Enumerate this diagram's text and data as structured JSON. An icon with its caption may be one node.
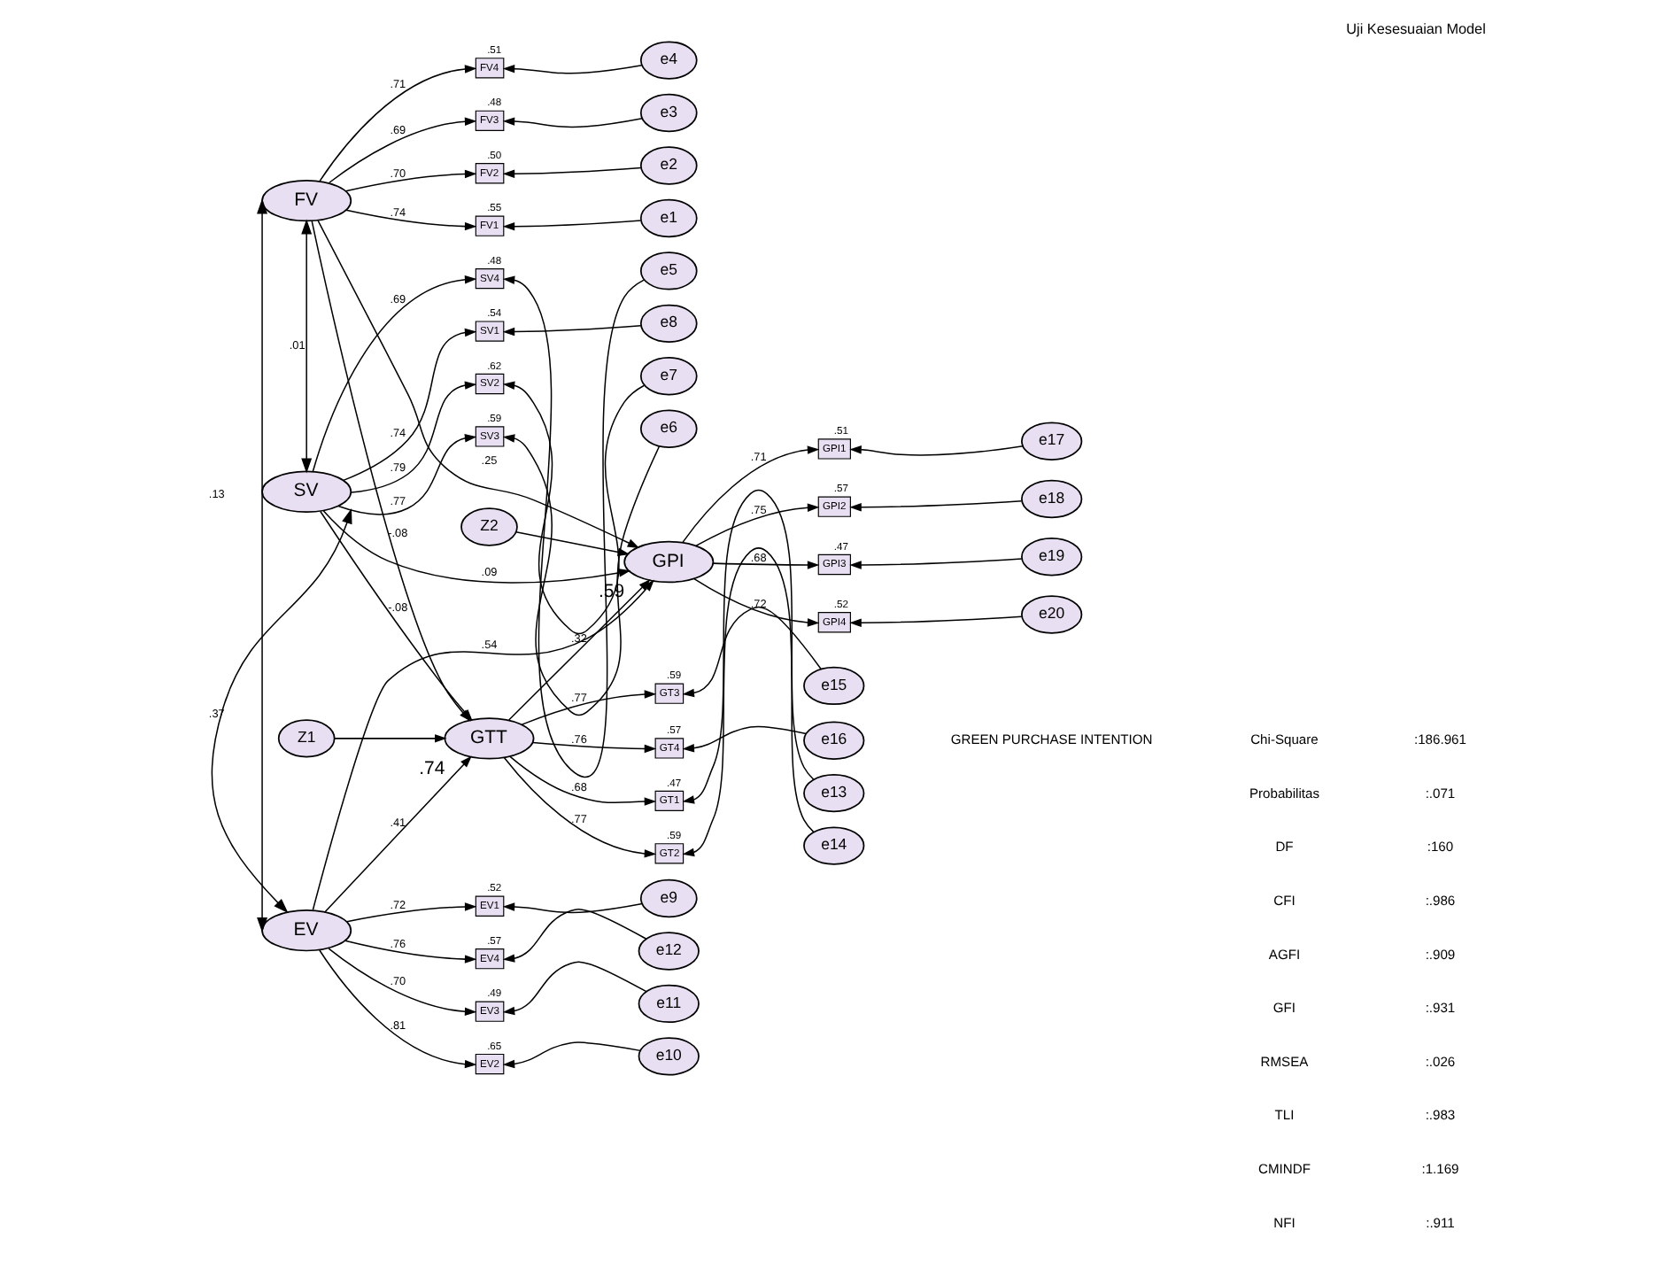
{
  "diagram": {
    "title": "Uji Kesesuaian Model",
    "nodes": [
      {
        "text": [
          "e13"
        ]
      },
      {
        "text": [
          "e14"
        ]
      },
      {
        "text": [
          "e15"
        ]
      },
      {
        "text": [
          "e16"
        ]
      },
      {
        "text": [
          "GT1"
        ],
        "beside": [
          ".47"
        ]
      },
      {
        "text": [
          "GT2"
        ],
        "beside": [
          ".59"
        ]
      },
      {
        "text": [
          "GT3"
        ],
        "beside": [
          ".59"
        ]
      },
      {
        "text": [
          "GT4"
        ],
        "beside": [
          ".57"
        ]
      },
      {
        "text": [
          "e4"
        ]
      },
      {
        "text": [
          "FV4"
        ],
        "beside": [
          ".51"
        ]
      },
      {
        "text": [
          "Z1"
        ]
      },
      {
        "text": [
          "GTT"
        ],
        "beside": [
          ".74"
        ]
      },
      {
        "text": [
          "e3"
        ]
      },
      {
        "text": [
          "FV3"
        ],
        "beside": [
          ".48"
        ]
      },
      {
        "text": [
          "e2"
        ]
      },
      {
        "text": [
          "FV2"
        ],
        "beside": [
          ".50"
        ]
      },
      {
        "text": [
          "FV"
        ]
      },
      {
        "text": [
          "e1"
        ]
      },
      {
        "text": [
          "FV1"
        ],
        "beside": [
          ".55"
        ]
      },
      {
        "text": [
          "e8"
        ]
      },
      {
        "text": [
          "SV1"
        ],
        "beside": [
          ".54"
        ]
      },
      {
        "text": [
          "GPI1"
        ],
        "beside": [
          ".51"
        ]
      },
      {
        "text": [
          "e17"
        ]
      },
      {
        "text": [
          "e7"
        ]
      },
      {
        "text": [
          "SV2"
        ],
        "beside": [
          ".62"
        ]
      },
      {
        "text": [
          "SV"
        ]
      },
      {
        "text": [
          "GPI2"
        ],
        "beside": [
          ".57"
        ]
      },
      {
        "text": [
          "e18"
        ]
      },
      {
        "text": [
          "GPI"
        ],
        "beside": [
          ".59"
        ]
      },
      {
        "text": [
          "e6"
        ]
      },
      {
        "text": [
          "SV3"
        ],
        "beside": [
          ".59"
        ]
      },
      {
        "text": [
          "GPI3"
        ],
        "beside": [
          ".47"
        ]
      },
      {
        "text": [
          "e19"
        ]
      },
      {
        "text": [
          "e5"
        ]
      },
      {
        "text": [
          "SV4"
        ],
        "beside": [
          ".48"
        ]
      },
      {
        "text": [
          "GPI4"
        ],
        "beside": [
          ".52"
        ]
      },
      {
        "text": [
          "e20"
        ]
      },
      {
        "text": [
          "Z2"
        ]
      },
      {
        "text": [
          "e12"
        ]
      },
      {
        "text": [
          "EV4"
        ],
        "beside": [
          ".57"
        ]
      },
      {
        "text": [
          "e11"
        ]
      },
      {
        "text": [
          "EV3"
        ],
        "beside": [
          ".49"
        ]
      },
      {
        "text": [
          "EV"
        ]
      },
      {
        "text": [
          "e10"
        ]
      },
      {
        "text": [
          "EV2"
        ],
        "beside": [
          ".65"
        ]
      },
      {
        "text": [
          "e9"
        ]
      },
      {
        "text": [
          "EV1"
        ],
        "beside": [
          ".52"
        ]
      }
    ],
    "edges": [
      {
        "from": 0,
        "to": 4,
        "arrow": "to"
      },
      {
        "from": 1,
        "to": 5,
        "arrow": "to"
      },
      {
        "from": 2,
        "to": 6,
        "arrow": "to"
      },
      {
        "from": 3,
        "to": 7,
        "arrow": "to"
      },
      {
        "from": 11,
        "to": 4,
        "arrow": "to",
        "label": ".68"
      },
      {
        "from": 11,
        "to": 5,
        "arrow": "to",
        "label": ".77"
      },
      {
        "from": 11,
        "to": 6,
        "arrow": "to",
        "label": ".77"
      },
      {
        "from": 11,
        "to": 7,
        "arrow": "to",
        "label": ".76"
      },
      {
        "from": 8,
        "to": 9,
        "arrow": "to"
      },
      {
        "from": 12,
        "to": 13,
        "arrow": "to"
      },
      {
        "from": 14,
        "to": 15,
        "arrow": "to"
      },
      {
        "from": 17,
        "to": 18,
        "arrow": "to"
      },
      {
        "from": 16,
        "to": 9,
        "arrow": "to",
        "label": ".71"
      },
      {
        "from": 16,
        "to": 13,
        "arrow": "to",
        "label": ".69"
      },
      {
        "from": 16,
        "to": 15,
        "arrow": "to",
        "label": ".70"
      },
      {
        "from": 16,
        "to": 18,
        "arrow": "to",
        "label": ".74"
      },
      {
        "from": 19,
        "to": 20,
        "arrow": "to"
      },
      {
        "from": 23,
        "to": 24,
        "arrow": "to"
      },
      {
        "from": 29,
        "to": 30,
        "arrow": "to"
      },
      {
        "from": 33,
        "to": 34,
        "arrow": "to"
      },
      {
        "from": 25,
        "to": 20,
        "arrow": "to",
        "label": ".74"
      },
      {
        "from": 25,
        "to": 24,
        "arrow": "to",
        "label": ".79"
      },
      {
        "from": 25,
        "to": 30,
        "arrow": "to",
        "label": ".77"
      },
      {
        "from": 25,
        "to": 34,
        "arrow": "to",
        "label": ".69"
      },
      {
        "from": 22,
        "to": 21,
        "arrow": "to"
      },
      {
        "from": 27,
        "to": 26,
        "arrow": "to"
      },
      {
        "from": 32,
        "to": 31,
        "arrow": "to"
      },
      {
        "from": 36,
        "to": 35,
        "arrow": "to"
      },
      {
        "from": 28,
        "to": 21,
        "arrow": "to",
        "label": ".71"
      },
      {
        "from": 28,
        "to": 26,
        "arrow": "to",
        "label": ".75"
      },
      {
        "from": 28,
        "to": 31,
        "arrow": "to",
        "label": ".68"
      },
      {
        "from": 28,
        "to": 35,
        "arrow": "to",
        "label": ".72"
      },
      {
        "from": 38,
        "to": 39,
        "arrow": "to"
      },
      {
        "from": 40,
        "to": 41,
        "arrow": "to"
      },
      {
        "from": 43,
        "to": 44,
        "arrow": "to"
      },
      {
        "from": 45,
        "to": 46,
        "arrow": "to"
      },
      {
        "from": 42,
        "to": 39,
        "arrow": "to",
        "label": ".76"
      },
      {
        "from": 42,
        "to": 41,
        "arrow": "to",
        "label": ".70"
      },
      {
        "from": 42,
        "to": 44,
        "arrow": "to",
        "label": ".81"
      },
      {
        "from": 42,
        "to": 46,
        "arrow": "to",
        "label": ".72"
      },
      {
        "from": 10,
        "to": 11,
        "arrow": "to"
      },
      {
        "from": 37,
        "to": 28,
        "arrow": "to"
      },
      {
        "from": 16,
        "to": 11,
        "arrow": "to",
        "label": "-.08"
      },
      {
        "from": 25,
        "to": 11,
        "arrow": "to",
        "label": "-.08"
      },
      {
        "from": 42,
        "to": 11,
        "arrow": "to",
        "label": ".41"
      },
      {
        "from": 11,
        "to": 28,
        "arrow": "to",
        "label": ".32"
      },
      {
        "from": 16,
        "to": 28,
        "arrow": "to",
        "label": ".25"
      },
      {
        "from": 25,
        "to": 28,
        "arrow": "to",
        "label": ".09"
      },
      {
        "from": 42,
        "to": 28,
        "arrow": "to",
        "label": ".54"
      },
      {
        "from": 16,
        "to": 25,
        "arrow": "both",
        "label": ".01"
      },
      {
        "from": 16,
        "to": 42,
        "arrow": "both",
        "label": ".13"
      },
      {
        "from": 25,
        "to": 42,
        "arrow": "both",
        "label": ".37"
      }
    ],
    "labels": [
      "GREEN PURCHASE INTENTION",
      "Chi-Square",
      ":186.961",
      "Probabilitas",
      ":.071",
      "DF",
      ":160",
      "CFI",
      ":.986",
      "AGFI",
      ":.909",
      "GFI",
      ":.931",
      "RMSEA",
      ":.026",
      "TLI",
      ":.983",
      "CMINDF",
      ":1.169",
      "NFI",
      ":.911"
    ]
  }
}
